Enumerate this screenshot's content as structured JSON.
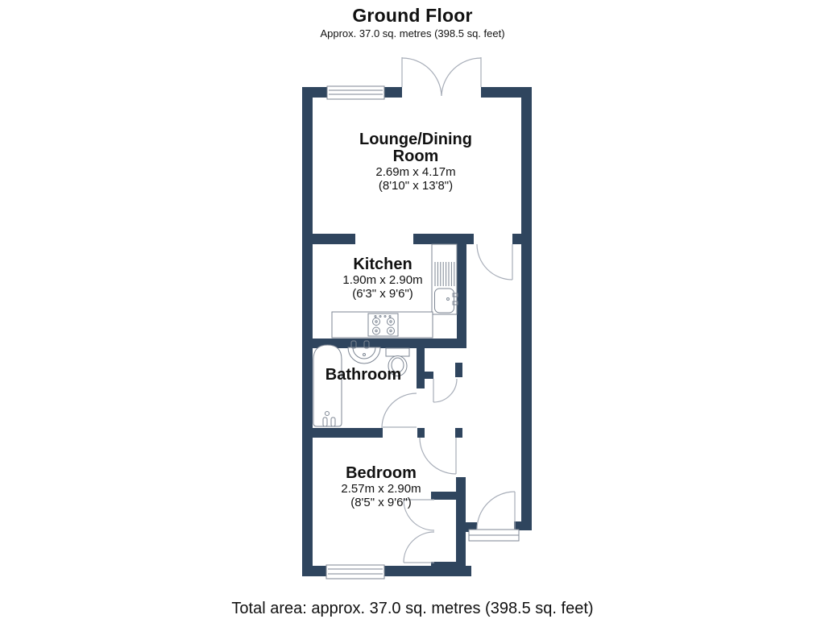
{
  "header": {
    "title": "Ground Floor",
    "subtitle": "Approx. 37.0 sq. metres (398.5 sq. feet)"
  },
  "rooms": [
    {
      "name": "Lounge/Dining Room",
      "metric": "2.69m x 4.17m",
      "imperial": "(8'10\" x 13'8\")"
    },
    {
      "name": "Kitchen",
      "metric": "1.90m x 2.90m",
      "imperial": "(6'3\" x 9'6\")"
    },
    {
      "name": "Bathroom"
    },
    {
      "name": "Bedroom",
      "metric": "2.57m x 2.90m",
      "imperial": "(8'5\" x 9'6\")"
    }
  ],
  "fixtures": [
    "bathtub",
    "wash-basin",
    "toilet",
    "kitchen-sink-drainer",
    "hob",
    "front-doorstep"
  ],
  "footer": {
    "total_area": "Total area: approx. 37.0 sq. metres (398.5 sq. feet)"
  },
  "colors": {
    "wall": "#2f455e",
    "fixture_line": "#7d8693",
    "door_arc": "#a7adb8",
    "text": "#111111",
    "background": "#ffffff"
  }
}
